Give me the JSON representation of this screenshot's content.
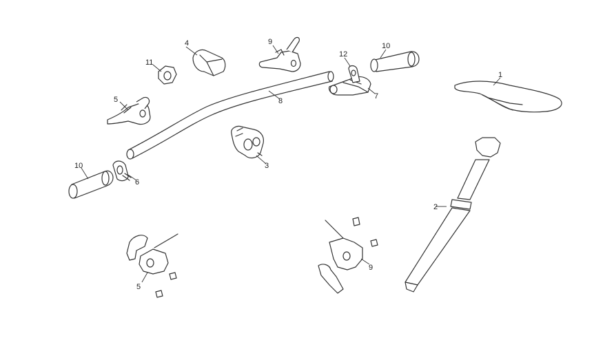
{
  "callouts": {
    "saddle": "1",
    "seatpost": "2",
    "stem": "3",
    "clamp": "4",
    "left_lever": "5",
    "left_caliper": "5",
    "left_clamp": "6",
    "right_shifter": "7",
    "handlebar": "8",
    "right_lever": "9",
    "right_caliper": "9",
    "right_grip": "10",
    "left_grip": "10",
    "spacer": "11",
    "shifter_clamp": "12"
  },
  "colors": {
    "line": "#333333",
    "background": "#ffffff"
  }
}
